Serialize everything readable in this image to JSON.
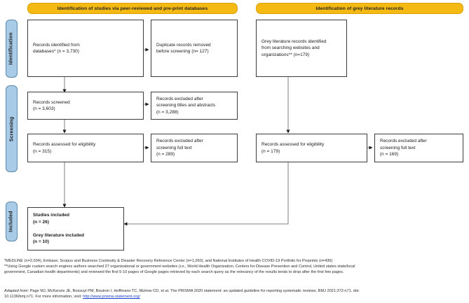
{
  "banners": [
    {
      "id": "databases",
      "label": "Identification of studies via peer-reviewed and pre-print databases"
    },
    {
      "id": "grey",
      "label": "Identification of grey literature records"
    }
  ],
  "stages": [
    {
      "id": "identification",
      "label": "Identification"
    },
    {
      "id": "screening",
      "label": "Screening"
    },
    {
      "id": "included",
      "label": "Included"
    }
  ],
  "boxes": {
    "records_identified": "Records identified from\ndatabases* (n = 3,730)",
    "duplicates_removed": "Duplicate records removed\nbefore screening (n= 127)",
    "grey_identified": "Grey literature records identified\nfrom searching websites and\norganizations** (n=179)",
    "records_screened": "Records screened\n(n = 3,603)",
    "excluded_titles_abstracts": "Records excluded after\nscreening titles and abstracts\n(n = 3,288)",
    "eligibility_db": "Records assessed for eligibility\n(n = 315)",
    "excluded_fulltext_db": "Records excluded after\nscreening full text\n(n = 289)",
    "eligibility_grey": "Records assessed for eligibility\n(n = 179)",
    "excluded_fulltext_grey": "Records excluded after\nscreening full text\n(n = 169)",
    "included_final": "Studies included\n(n = 26)\n\nGrey literature included\n(n = 10)"
  },
  "counts": {
    "records_identified_n": "3,730",
    "duplicates_removed_n": "127",
    "grey_identified_n": "179",
    "records_screened_n": "3,603",
    "excluded_titles_abstracts_n": "3,288",
    "eligibility_db_n": "315",
    "excluded_fulltext_db_n": "289",
    "eligibility_grey_n": "179",
    "excluded_fulltext_grey_n": "169",
    "studies_included_n": "26",
    "grey_included_n": "10"
  },
  "footnotes": [
    "*MEDLINE (n=2,034), Embase, Scopus and Business Continuity & Disaster Recovery Reference Center (n=1,260), and National Institutes of Health COVID-19 Portfolio for Preprints (n=436)",
    "**Using Google custom search engines authors searched 27 organizational or government websites (i.e., World Health Organization, Centers for Disease Prevention and Control, United states state/local",
    "government, Canadian health departments) and reviewed the first 5-10 pages of Google pages retrieved by each search query as the relevancy of the results tends to drop after the first few pages."
  ],
  "citation": {
    "adapted_label": "Adapted from:",
    "line1": "Page MJ, McKenzie JE, Bossuyt PM, Boutron I, Hoffmann TC, Mulrow CD, et al. The PRISMA 2020 statement: an updated guideline for reporting systematic reviews. BMJ 2021;372:n71. doi:",
    "line2_prefix": "10.1136/bmj.n71. For more information, visit: ",
    "link": "http://www.prisma-statement.org/"
  },
  "colors": {
    "banner_bg": "#f5b914",
    "stage_bg": "#a8cbe8",
    "box_border": "#3b3b3b",
    "connector": "#808080",
    "link": "#1a3fcc"
  }
}
